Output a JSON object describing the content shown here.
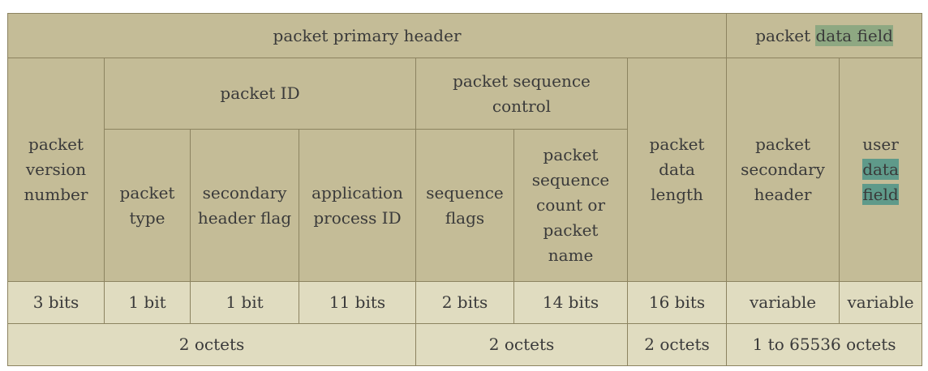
{
  "header": {
    "primary": "packet primary header",
    "data_field_prefix": "packet ",
    "data_field_highlight": "data field"
  },
  "fields": {
    "version": "packet version number",
    "packet_id": "packet ID",
    "seq_control": "packet sequence control",
    "type": "packet type",
    "sec_flag": "secondary header flag",
    "apid": "application process ID",
    "seq_flags": "sequence flags",
    "seq_count": "packet sequence count or packet name",
    "data_length": "packet data length",
    "secondary_header": "packet secondary header",
    "user_data_prefix": "user",
    "user_data_highlight": "data field"
  },
  "bits": {
    "version": "3 bits",
    "type": "1 bit",
    "sec_flag": "1 bit",
    "apid": "11 bits",
    "seq_flags": "2 bits",
    "seq_count": "14 bits",
    "data_length": "16 bits",
    "secondary_header": "variable",
    "user_data": "variable"
  },
  "octets": {
    "packet_id": "2 octets",
    "seq_control": "2 octets",
    "data_length": "2 octets",
    "data_field": "1 to 65536 octets"
  },
  "colors": {
    "header_bg": "#c4bc97",
    "size_bg": "#e0dcc0",
    "highlight": "#8ea882",
    "highlight_dark": "#5f9a8a"
  }
}
